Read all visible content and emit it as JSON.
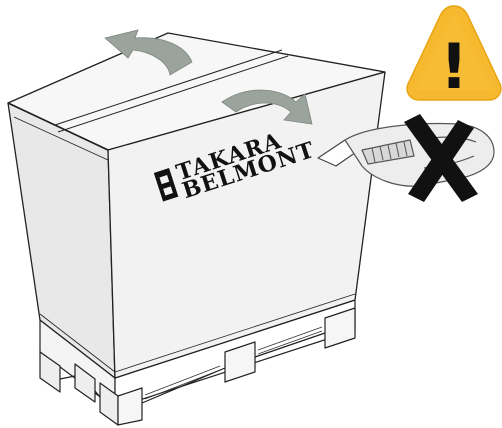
{
  "brand": {
    "line1": "TAKARA",
    "line2": "BELMONT",
    "logo_icon": "takara-belmont-logo-mark"
  },
  "warning": {
    "symbol": "!",
    "icon": "warning-triangle-icon",
    "color": "#F5B82E"
  },
  "colors": {
    "box_front": "#F2F2F2",
    "box_side": "#E6E6E6",
    "box_top": "#F7F7F7",
    "arrow": "#9AA39C",
    "cross": "#111111"
  },
  "icons": {
    "open_flap_arrow": "curved-arrow-icon",
    "fold_flap_arrow": "curved-arrow-icon",
    "utility_knife": "utility-knife-icon",
    "prohibited": "x-cross-icon"
  }
}
